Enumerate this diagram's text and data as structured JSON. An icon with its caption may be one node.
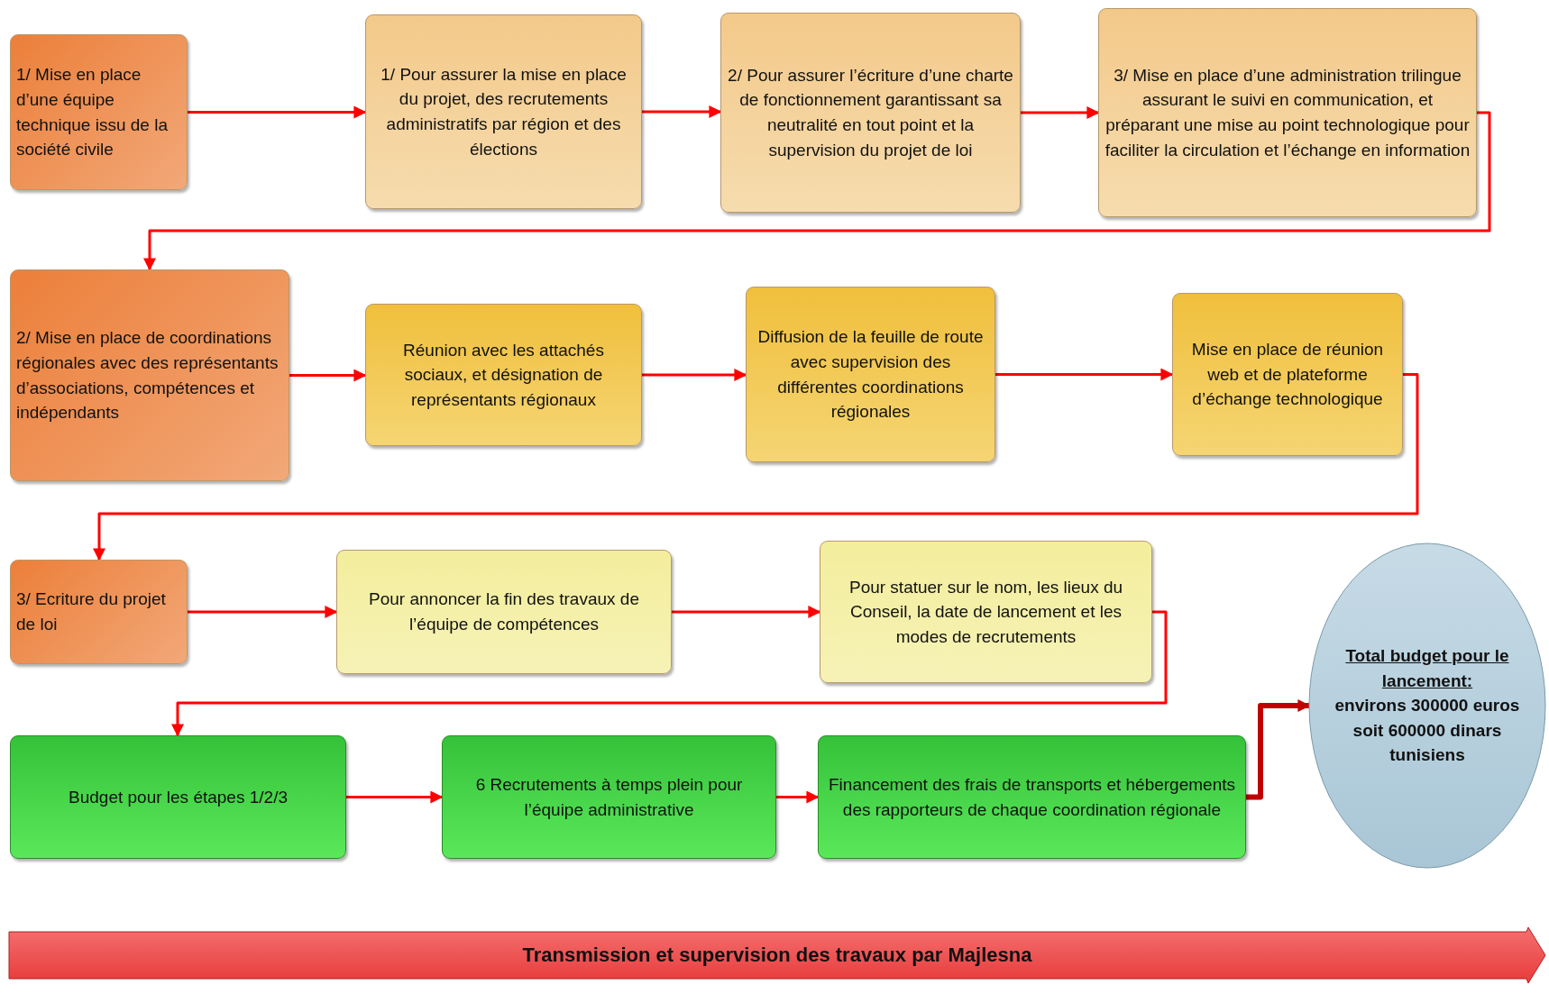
{
  "diagram": {
    "nodes": [
      {
        "text": [
          "1/ Mise en place d’une équipe technique issu de la société civile"
        ]
      },
      {
        "text": [
          "1/ Pour assurer la mise en place du projet, des recrutements administratifs par région et des élections"
        ]
      },
      {
        "text": [
          "2/ Pour assurer l’écriture d’une charte de fonctionnement garantissant sa neutralité en tout point et la  supervision du projet de loi"
        ]
      },
      {
        "text": [
          "3/ Mise en place d’une administration trilingue assurant le suivi  en communication, et préparant une mise au point technologique pour faciliter la circulation et l’échange en information"
        ]
      },
      {
        "text": [
          "2/ Mise en place de coordinations régionales avec des représentants d’associations, compétences et indépendants"
        ]
      },
      {
        "text": [
          "Réunion avec les attachés sociaux, et désignation de représentants régionaux"
        ]
      },
      {
        "text": [
          "Diffusion de la feuille de route avec supervision des différentes coordinations régionales"
        ]
      },
      {
        "text": [
          "Mise en place de réunion web et de plateforme d’échange technologique"
        ]
      },
      {
        "text": [
          "3/ Ecriture  du projet de loi"
        ]
      },
      {
        "text": [
          "Pour annoncer la fin des travaux de l’équipe de compétences"
        ]
      },
      {
        "text": [
          "Pour statuer sur le nom, les lieux du Conseil,  la date de lancement et les modes de recrutements"
        ]
      },
      {
        "text": [
          "Budget pour les étapes 1/2/3"
        ]
      },
      {
        "text": [
          "6 Recrutements à temps plein pour l’équipe administrative"
        ]
      },
      {
        "text": [
          "Financement des frais de transports et hébergements des rapporteurs de chaque coordination régionale"
        ]
      },
      {
        "text": [
          "Total budget pour le lancement:",
          "environs 300000 euros soit 600000 dinars tunisiens"
        ]
      },
      {
        "text": [
          "Transmission et supervision des travaux par Majlesna"
        ]
      }
    ],
    "edges": [
      {
        "from": 0,
        "to": 1,
        "arrow": "to"
      },
      {
        "from": 1,
        "to": 2,
        "arrow": "to"
      },
      {
        "from": 2,
        "to": 3,
        "arrow": "to"
      },
      {
        "from": 3,
        "to": 4,
        "arrow": "to"
      },
      {
        "from": 4,
        "to": 5,
        "arrow": "to"
      },
      {
        "from": 5,
        "to": 6,
        "arrow": "to"
      },
      {
        "from": 6,
        "to": 7,
        "arrow": "to"
      },
      {
        "from": 7,
        "to": 8,
        "arrow": "to"
      },
      {
        "from": 8,
        "to": 9,
        "arrow": "to"
      },
      {
        "from": 9,
        "to": 10,
        "arrow": "to"
      },
      {
        "from": 10,
        "to": 11,
        "arrow": "to"
      },
      {
        "from": 11,
        "to": 12,
        "arrow": "to"
      },
      {
        "from": 12,
        "to": 13,
        "arrow": "to"
      },
      {
        "from": 13,
        "to": 14,
        "arrow": "to",
        "style": "thick",
        "color": "#c00000"
      }
    ]
  }
}
